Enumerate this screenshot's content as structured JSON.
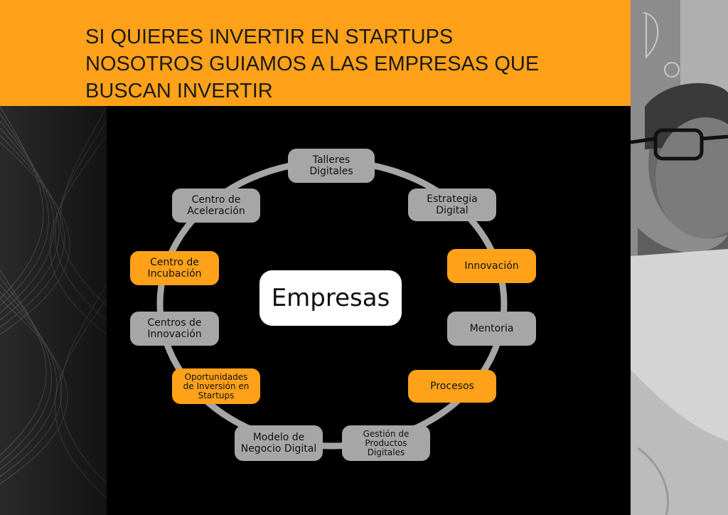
{
  "header": {
    "title": "SI QUIERES INVERTIR EN STARTUPS\nNOSOTROS GUIAMOS A LAS EMPRESAS QUE\nBUSCAN INVERTIR"
  },
  "diagram": {
    "center": "Empresas",
    "nodes": [
      {
        "label": "Talleres\nDigitales",
        "style": "gray"
      },
      {
        "label": "Estrategia\nDigital",
        "style": "gray"
      },
      {
        "label": "Innovación",
        "style": "orange"
      },
      {
        "label": "Mentoria",
        "style": "gray"
      },
      {
        "label": "Procesos",
        "style": "orange"
      },
      {
        "label": "Gestión de\nProductos\nDigitales",
        "style": "gray"
      },
      {
        "label": "Modelo de\nNegocio Digital",
        "style": "gray"
      },
      {
        "label": "Oportunidades\nde Inversión en\nStartups",
        "style": "orange"
      },
      {
        "label": "Centros de\nInnovación",
        "style": "gray"
      },
      {
        "label": "Centro de\nIncubación",
        "style": "orange"
      },
      {
        "label": "Centro de\nAceleración",
        "style": "gray"
      }
    ]
  },
  "colors": {
    "accent_orange": "#ffa21a",
    "node_gray": "#a6a6a6",
    "background": "#000000",
    "center_fill": "#ffffff"
  },
  "photo": {
    "subject": "man-with-glasses-photo"
  }
}
